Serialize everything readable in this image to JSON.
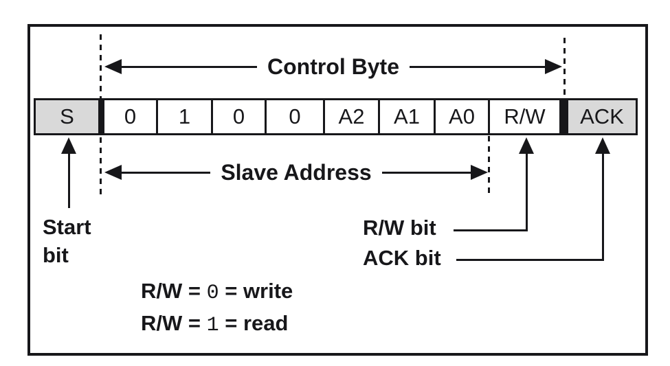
{
  "colors": {
    "ink": "#17171a",
    "cell_gray": "#d9d9d9",
    "cell_white": "#ffffff",
    "background": "#ffffff"
  },
  "control_byte_arrow": {
    "label": "Control Byte"
  },
  "slave_address_arrow": {
    "label": "Slave Address"
  },
  "bit_cells": [
    {
      "name": "start-bit-cell",
      "label": "S"
    },
    {
      "name": "bit7-cell",
      "label": "0"
    },
    {
      "name": "bit6-cell",
      "label": "1"
    },
    {
      "name": "bit5-cell",
      "label": "0"
    },
    {
      "name": "bit4-cell",
      "label": "0"
    },
    {
      "name": "bit3-cell",
      "label": "A2"
    },
    {
      "name": "bit2-cell",
      "label": "A1"
    },
    {
      "name": "bit1-cell",
      "label": "A0"
    },
    {
      "name": "bit0-cell",
      "label": "R/W"
    },
    {
      "name": "ack-cell",
      "label": "ACK"
    }
  ],
  "callouts": {
    "start_bit": {
      "line1": "Start",
      "line2": "bit"
    },
    "rw_bit": {
      "label": "R/W bit"
    },
    "ack_bit": {
      "label": "ACK bit"
    }
  },
  "legend": [
    {
      "prefix": "R/W = ",
      "value": "0",
      "suffix": " = write"
    },
    {
      "prefix": "R/W = ",
      "value": "1",
      "suffix": " = read"
    }
  ]
}
